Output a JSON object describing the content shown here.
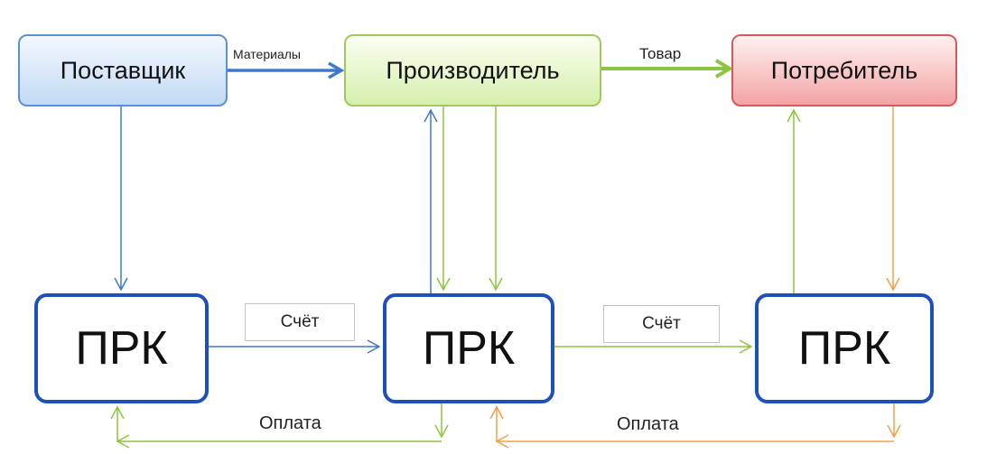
{
  "nodes": {
    "supplier": "Поставщик",
    "producer": "Производитель",
    "consumer": "Потребитель",
    "prk_1": "ПРК",
    "prk_2": "ПРК",
    "prk_3": "ПРК"
  },
  "edge_labels": {
    "materials": "Материалы",
    "goods": "Товар",
    "invoice_1": "Счёт",
    "invoice_2": "Счёт",
    "payment_1": "Оплата",
    "payment_2": "Оплата"
  },
  "colors": {
    "blue": "#3f78cc",
    "green": "#8cc63f",
    "orange": "#f0a04b",
    "prk_border": "#1d50b8"
  }
}
